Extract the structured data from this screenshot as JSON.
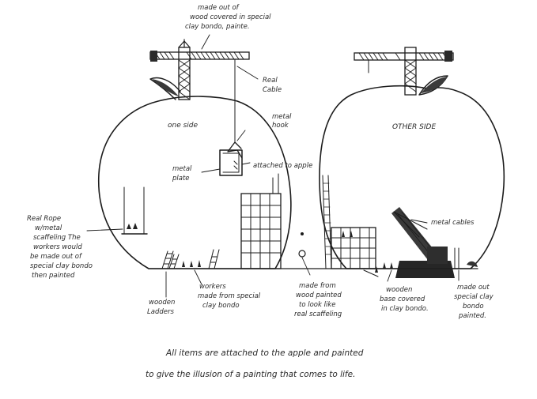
{
  "labels": {
    "crane_note_1": "made out of",
    "crane_note_2": "wood covered in special",
    "crane_note_3": "clay bondo, painte.",
    "cable_1": "Real",
    "cable_2": "Cable",
    "hook_1": "metal",
    "hook_2": "hook",
    "one_side": "one side",
    "other_side": "OTHER SIDE",
    "plate_1": "metal",
    "plate_2": "plate",
    "attached": "attached to apple",
    "rope_1": "Real Rope",
    "rope_2": "w/metal",
    "rope_3": "scaffeling The",
    "rope_4": "workers would",
    "rope_5": "be made out of",
    "rope_6": "special clay bondo",
    "rope_7": "then painted",
    "ladders_1": "wooden",
    "ladders_2": "Ladders",
    "workers_1": "workers",
    "workers_2": "made from special",
    "workers_3": "clay bondo",
    "scaffold_1": "made from",
    "scaffold_2": "wood painted",
    "scaffold_3": "to look like",
    "scaffold_4": "real scaffeling",
    "base_1": "wooden",
    "base_2": "base covered",
    "base_3": "in clay bondo.",
    "cables": "metal cables",
    "special_1": "made out",
    "special_2": "special clay",
    "special_3": "bondo",
    "special_4": "painted."
  },
  "footer": {
    "line1": "All items are attached to the apple and painted",
    "line2": "to give the illusion of a painting that comes to life."
  }
}
